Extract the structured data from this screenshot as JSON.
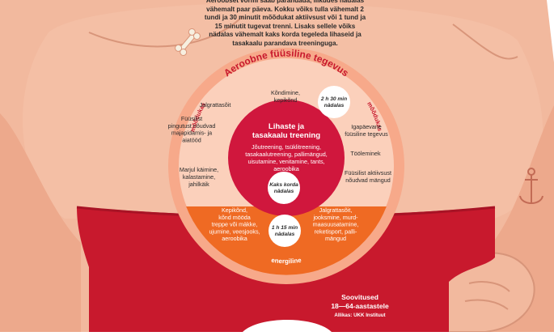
{
  "intro": {
    "text": "Aeroobset vormi saab parandada, liikudes nädalas vähemalt paar päeva. Kokku võiks tulla vähemalt 2 tundi ja 30 minutit mõõdukat aktiivsust või 1 tund ja 15 minutit tugevat trenni. Lisaks sellele võiks nädalas vähemalt kaks korda tegeleda lihaseid ja tasakaalu parandava treeninguga."
  },
  "diagram": {
    "outer_title": "Aeroobne füüsiline tegevus",
    "side_left": "mõõdukas",
    "side_right": "mõõdukas",
    "bottom_label": "energiline",
    "moderate_items": [
      "Kõndimine,\nkepikõnd",
      "Jalgrattasõit",
      "Füüsilist\npingutust nõudvad\nmajapidamis- ja\naiatööd",
      "Marjul käimine,\nkalastamine,\njahilkäik",
      "Igapäevane\nfüüsiline tegevus",
      "Tööleminek",
      "Füüsilist aktiivsust\nnõudvad mängud"
    ],
    "moderate_badge": "2 h 30 min\nnädalas",
    "vigorous_items": [
      "Kepikõnd,\nkõnd mööda\ntreppe või mäkke,\nujumine, veesjooks,\naeroobika",
      "Jalgrattasõit,\njooksmine, murd-\nmaasuusatamine,\nreketisport, palli-\nmängud"
    ],
    "vigorous_badge": "1 h 15 min\nnädalas",
    "core_title": "Lihaste ja\ntasakaalu treening",
    "core_text": "Jõutreening, tsükli­treening,\ntasakaalutreening, pallimängud,\nuisutamine, venitamine, tants,\naeroobika",
    "core_badge": "Kaks korda\nnädalas"
  },
  "footer": {
    "title": "Soovitused\n18—64-aastastele",
    "source": "Allikas: UKK Instituut"
  },
  "colors": {
    "skin": "#f2b99e",
    "shorts": "#c8192d",
    "outer_ring": "#f7a98a",
    "inner_ring": "#fbd0bb",
    "vigorous": "#ef6a23",
    "core": "#d0173d",
    "title_text": "#c8192d"
  },
  "icons": {
    "navel_bone": "bone-icon",
    "tattoo": "anchor-icon"
  }
}
